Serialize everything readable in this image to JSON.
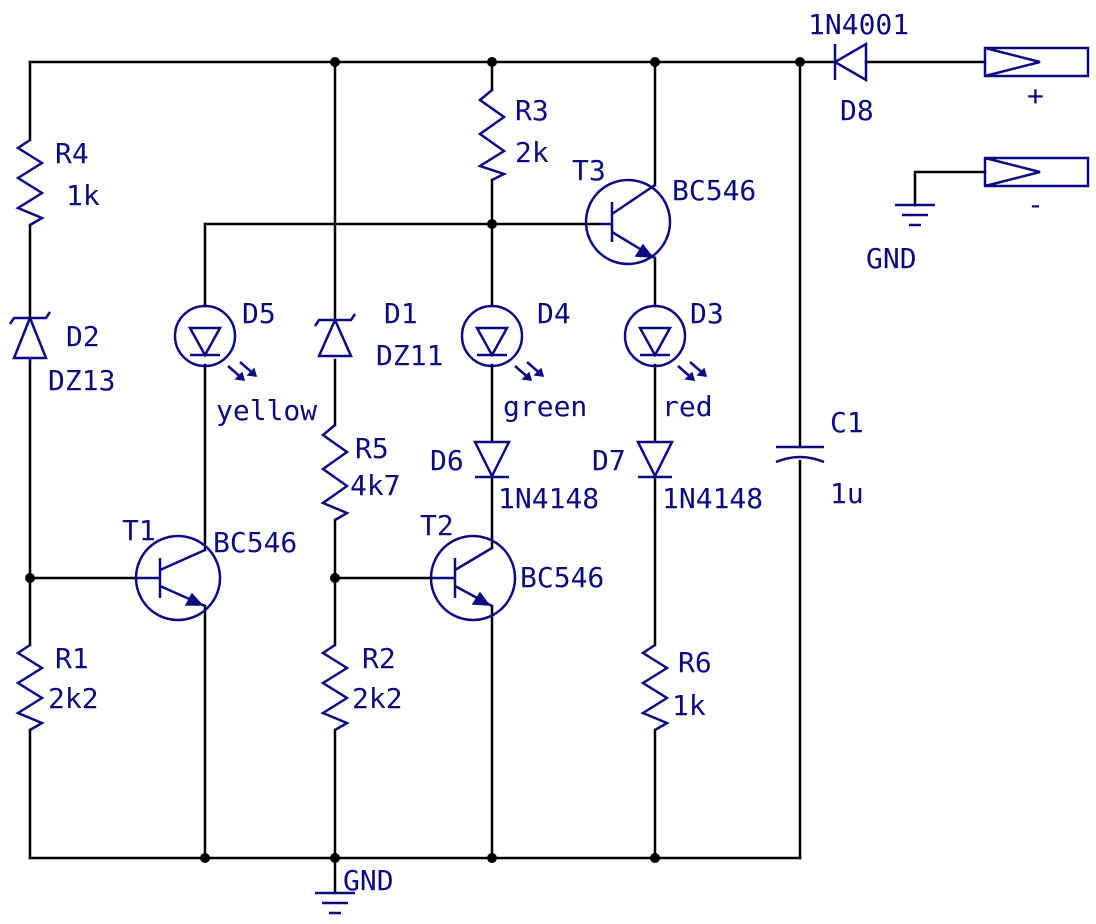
{
  "colors": {
    "wire": "#000000",
    "component": "#0b0b80",
    "background": "#ffffff"
  },
  "resistors": {
    "r1": {
      "ref": "R1",
      "value": "2k2"
    },
    "r2": {
      "ref": "R2",
      "value": "2k2"
    },
    "r3": {
      "ref": "R3",
      "value": "2k"
    },
    "r4": {
      "ref": "R4",
      "value": "1k"
    },
    "r5": {
      "ref": "R5",
      "value": "4k7"
    },
    "r6": {
      "ref": "R6",
      "value": "1k"
    }
  },
  "zeners": {
    "d1": {
      "ref": "D1",
      "value": "DZ11"
    },
    "d2": {
      "ref": "D2",
      "value": "DZ13"
    }
  },
  "leds": {
    "d3": {
      "ref": "D3",
      "value": "red"
    },
    "d4": {
      "ref": "D4",
      "value": "green"
    },
    "d5": {
      "ref": "D5",
      "value": "yellow"
    }
  },
  "diodes": {
    "d6": {
      "ref": "D6",
      "value": "1N4148"
    },
    "d7": {
      "ref": "D7",
      "value": "1N4148"
    },
    "d8": {
      "ref": "D8",
      "value": "1N4001"
    }
  },
  "transistors": {
    "t1": {
      "ref": "T1",
      "value": "BC546"
    },
    "t2": {
      "ref": "T2",
      "value": "BC546"
    },
    "t3": {
      "ref": "T3",
      "value": "BC546"
    }
  },
  "capacitors": {
    "c1": {
      "ref": "C1",
      "value": "1u"
    }
  },
  "connectors": {
    "plus": {
      "label": "+"
    },
    "minus": {
      "label": "-"
    }
  },
  "grounds": {
    "main": {
      "label": "GND"
    },
    "input": {
      "label": "GND"
    }
  }
}
